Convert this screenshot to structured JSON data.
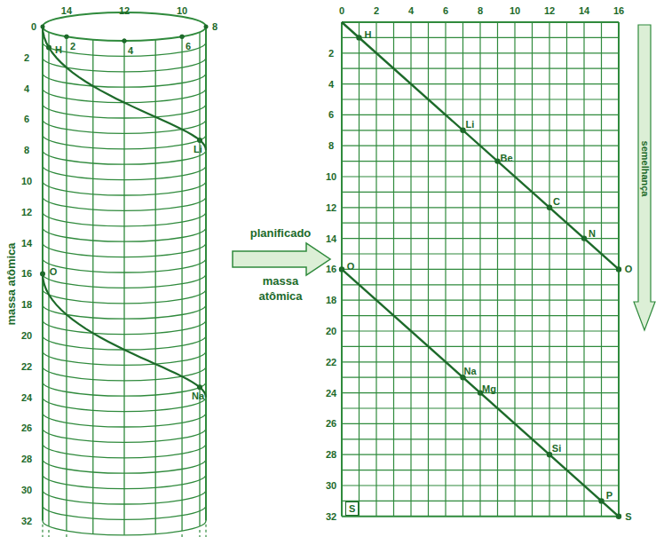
{
  "diagram": {
    "nodes": [
      {
        "text": [
          "S"
        ]
      }
    ],
    "labels": [
      "14",
      "12",
      "10",
      "0",
      "2",
      "4",
      "6",
      "8",
      "2",
      "4",
      "6",
      "8",
      "10",
      "12",
      "14",
      "16",
      "18",
      "20",
      "22",
      "24",
      "26",
      "28",
      "30",
      "32",
      "H",
      "Li",
      "O",
      "Na",
      "massa atômica",
      "planificado",
      "massa atômica",
      "0",
      "2",
      "4",
      "6",
      "8",
      "10",
      "12",
      "14",
      "16",
      "2",
      "4",
      "6",
      "8",
      "10",
      "12",
      "14",
      "16",
      "18",
      "20",
      "22",
      "24",
      "26",
      "28",
      "30",
      "32",
      "H",
      "Li",
      "Be",
      "C",
      "N",
      "O",
      "O",
      "Na",
      "Mg",
      "Si",
      "P",
      "S",
      "semelhança"
    ]
  }
}
